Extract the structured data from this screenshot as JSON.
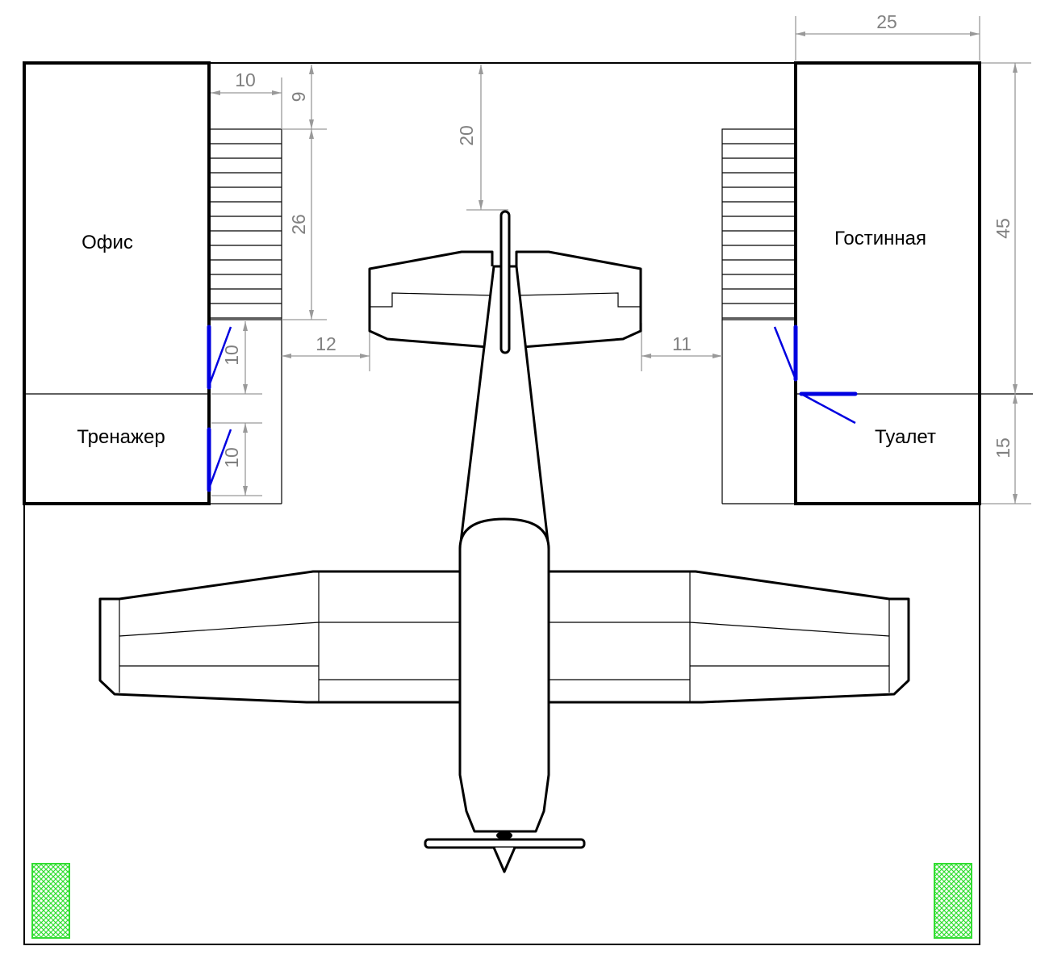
{
  "rooms": {
    "office": "Офис",
    "trainer": "Тренажер",
    "living": "Гостинная",
    "toilet": "Туалет"
  },
  "dimensions": {
    "top_right_width": "25",
    "right_upper_height": "45",
    "right_lower_height": "15",
    "stair_width": "10",
    "stair_offset": "9",
    "stair_length": "26",
    "tail_clearance": "20",
    "left_clearance": "12",
    "right_clearance": "11",
    "door_left_upper": "10",
    "door_left_lower": "10"
  },
  "colors": {
    "walls": "#000000",
    "doors": "#0000e0",
    "dimensions": "#808080",
    "markers": "#33dd33"
  }
}
